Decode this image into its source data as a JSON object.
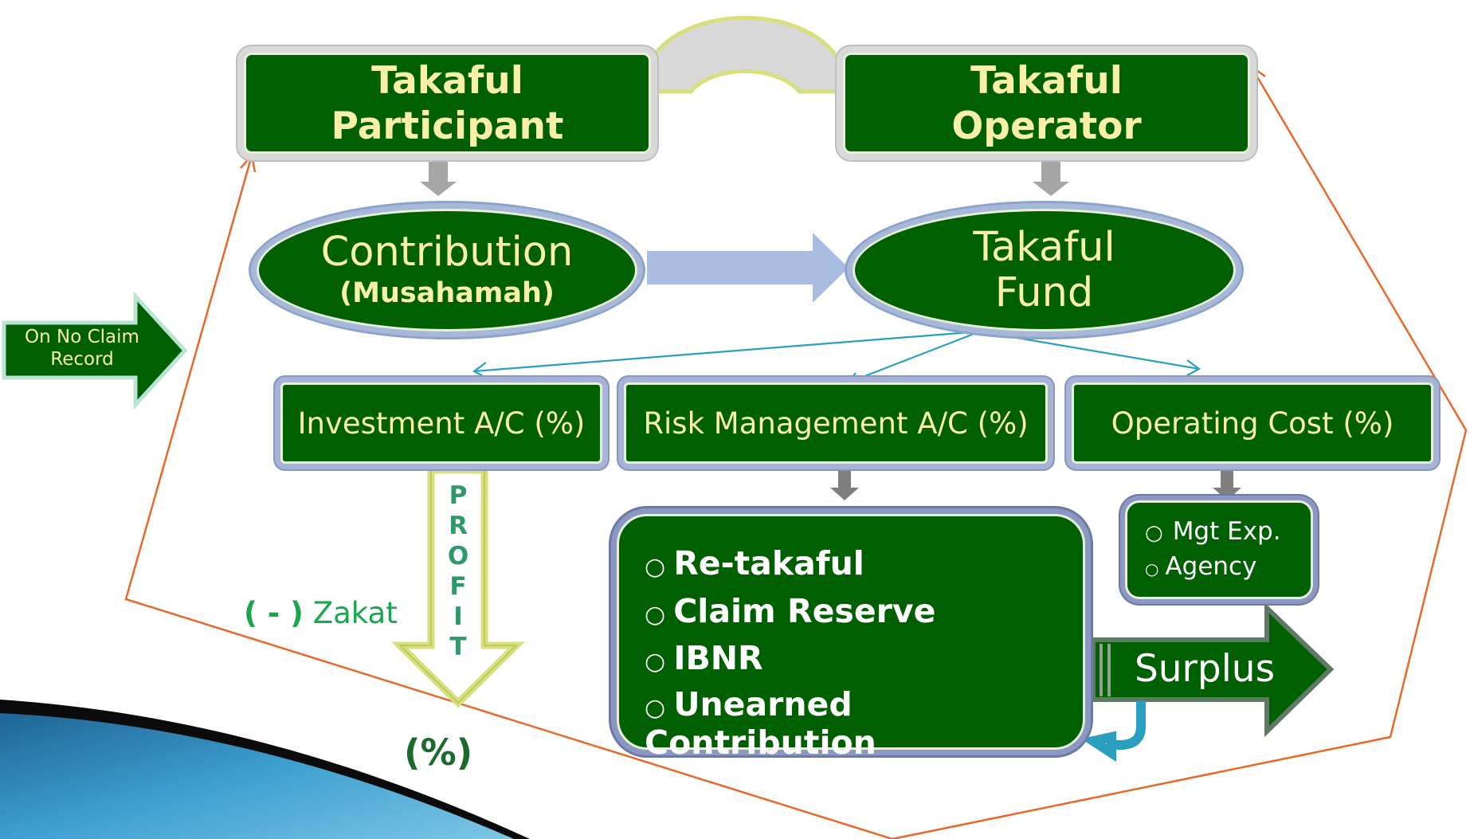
{
  "participant": {
    "line1": "Takaful",
    "line2": "Participant"
  },
  "operator": {
    "line1": "Takaful",
    "line2": "Operator"
  },
  "contribution": {
    "title": "Contribution",
    "subtitle": "(Musahamah)"
  },
  "fund": {
    "line1": "Takaful",
    "line2": "Fund"
  },
  "no_claim": {
    "line1": "On No Claim",
    "line2": "Record"
  },
  "accounts": {
    "investment": "Investment A/C (%)",
    "risk": "Risk Management A/C (%)",
    "operating": "Operating Cost (%)"
  },
  "profit_letters": [
    "P",
    "R",
    "O",
    "F",
    "I",
    "T"
  ],
  "zakat": {
    "sign": "( - )",
    "label": "Zakat"
  },
  "percent": "(%)",
  "risk_items": [
    "Re-takaful",
    "Claim Reserve",
    "IBNR",
    "Unearned Contribution"
  ],
  "cost_items": [
    "Mgt Exp.",
    "Agency"
  ],
  "bullet": "○",
  "surplus": "Surplus",
  "colors": {
    "dark_green": "#005f00",
    "text_yellow": "#f7f0a6",
    "orange_line": "#e8692a",
    "teal_line": "#2a9fbf",
    "zakat_green": "#1aa64c"
  }
}
